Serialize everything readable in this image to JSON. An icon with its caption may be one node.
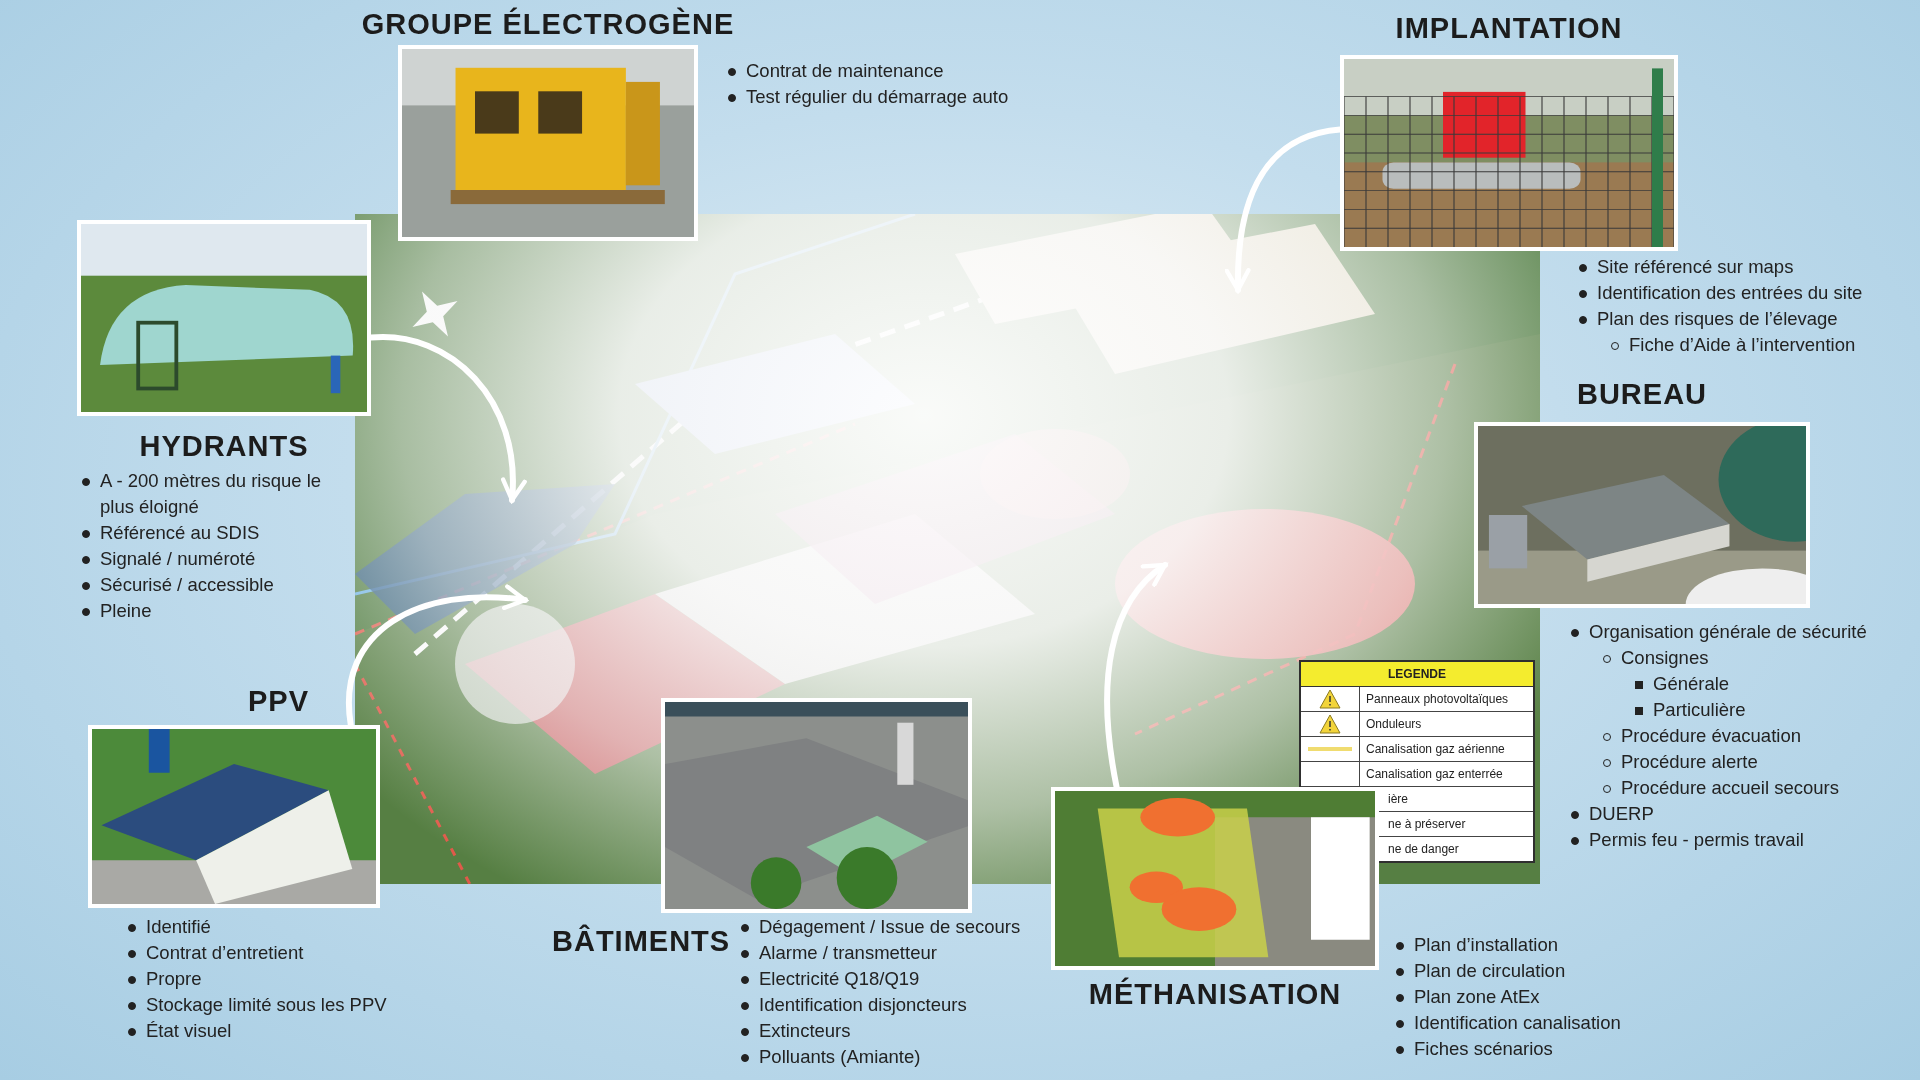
{
  "diagram": {
    "nodes": [
      {
        "text": [
          "GROUPE ÉLECTROGÈNE"
        ],
        "beside": [
          "Contrat de maintenance",
          "Test régulier du démarrage auto"
        ]
      },
      {
        "text": [
          "IMPLANTATION"
        ],
        "beside": [
          "Site référencé sur maps",
          "Identification des entrées du site",
          "Plan des risques de l’élevage",
          "Fiche d’Aide à l’intervention"
        ]
      },
      {
        "text": [
          "HYDRANTS"
        ],
        "beside": [
          "A - 200 mètres du risque le plus éloigné",
          "Référencé au SDIS",
          "Signalé / numéroté",
          "Sécurisé / accessible",
          "Pleine"
        ]
      },
      {
        "text": [
          "BUREAU"
        ],
        "beside": [
          "Organisation générale de sécurité",
          "Consignes",
          "Générale",
          "Particulière",
          "Procédure évacuation",
          "Procédure alerte",
          "Procédure accueil secours",
          "DUERP",
          "Permis feu - permis travail"
        ]
      },
      {
        "text": [
          "PPV"
        ],
        "beside": [
          "Identifié",
          "Contrat d’entretient",
          "Propre",
          "Stockage limité sous les PPV",
          "État visuel"
        ]
      },
      {
        "text": [
          "BÂTIMENTS"
        ],
        "beside": [
          "Dégagement / Issue de secours",
          "Alarme / transmetteur",
          "Electricité Q18/Q19",
          "Identification disjoncteurs",
          "Extincteurs",
          "Polluants (Amiante)"
        ]
      },
      {
        "text": [
          "MÉTHANISATION"
        ],
        "beside": [
          "Plan d’installation",
          "Plan de circulation",
          "Plan zone AtEx",
          "Identification canalisation",
          "Fiches scénarios"
        ]
      }
    ],
    "edges": [
      {
        "from": 2,
        "to": null,
        "arrow": "to"
      },
      {
        "from": 4,
        "to": null,
        "arrow": "to"
      },
      {
        "from": 1,
        "to": null,
        "arrow": "to"
      },
      {
        "from": 6,
        "to": null,
        "arrow": "to"
      }
    ],
    "labels": [
      "LEGENDE",
      "Panneaux photovoltaïques",
      "Onduleurs",
      "Canalisation gaz aérienne",
      "Canalisation gaz enterrée",
      "ière",
      "ne à préserver",
      "ne de danger"
    ]
  }
}
